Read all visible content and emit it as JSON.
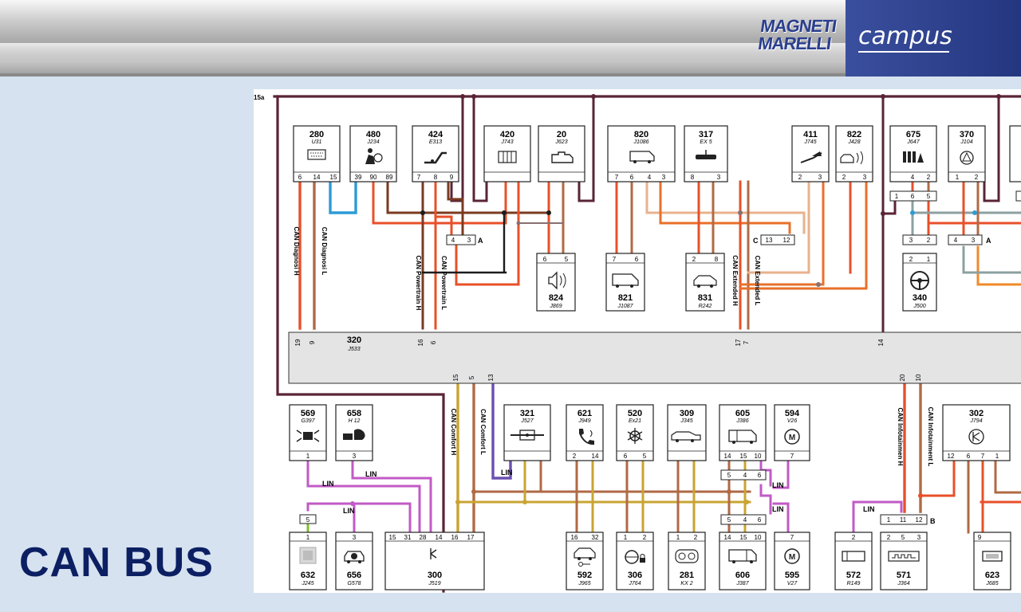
{
  "header": {
    "brand_logo": "MAGNETI MARELLI",
    "campus_label": "campus"
  },
  "page_title": "CAN BUS",
  "colors": {
    "can_h": "#e8502a",
    "can_l": "#b06a45",
    "bus_power": "#5a2436",
    "lin": "#c15ac6",
    "comfort_l": "#c9a432",
    "diag_blue": "#2d9bd6",
    "violet": "#6a4fb0",
    "pale": "#e8b28c",
    "grayish": "#8ca0a0",
    "orange": "#f08a2a"
  },
  "diagram": {
    "supply_label": "15a",
    "gateway": {
      "num": "320",
      "code": "J533",
      "pins_top": [
        "19",
        "9",
        "16",
        "6",
        "17",
        "7",
        "14"
      ],
      "pins_bottom": [
        "15",
        "5",
        "13",
        "20",
        "10"
      ]
    },
    "top_ecus": [
      {
        "num": "280",
        "code": "U31",
        "icon": "obd-connector-icon",
        "pins": [
          "6",
          "14",
          "15"
        ]
      },
      {
        "num": "480",
        "code": "J234",
        "icon": "airbag-icon",
        "pins": [
          "39",
          "90",
          "89"
        ]
      },
      {
        "num": "424",
        "code": "E313",
        "icon": "gear-selector-icon",
        "pins": [
          "7",
          "8",
          "9"
        ]
      },
      {
        "num": "420",
        "code": "J743",
        "icon": "gearbox-icon",
        "pins": [
          "",
          "",
          ""
        ]
      },
      {
        "num": "20",
        "code": "J623",
        "icon": "engine-icon",
        "pins": [
          "",
          "",
          ""
        ]
      },
      {
        "num": "820",
        "code": "J1086",
        "icon": "van-icon",
        "pins": [
          "7",
          "6",
          "4",
          "3"
        ]
      },
      {
        "num": "317",
        "code": "EX 5",
        "icon": "mirror-icon",
        "pins": [
          "8",
          "3"
        ]
      },
      {
        "num": "411",
        "code": "J745",
        "icon": "headlight-icon",
        "pins": [
          "2",
          "3"
        ]
      },
      {
        "num": "822",
        "code": "J428",
        "icon": "distance-radar-icon",
        "pins": [
          "2",
          "3"
        ]
      },
      {
        "num": "675",
        "code": "J647",
        "icon": "seat-icon",
        "pins": [
          "",
          "4",
          "2"
        ]
      },
      {
        "num": "370",
        "code": "J104",
        "icon": "abs-warning-icon",
        "pins": [
          "1",
          "2"
        ]
      }
    ],
    "mid_modules": [
      {
        "num": "824",
        "code": "J869",
        "icon": "speaker-icon",
        "pins": [
          "6",
          "5"
        ]
      },
      {
        "num": "821",
        "code": "J1087",
        "icon": "van-icon",
        "pins": [
          "7",
          "6"
        ]
      },
      {
        "num": "831",
        "code": "R242",
        "icon": "camera-car-icon",
        "pins": [
          "2",
          "8"
        ]
      },
      {
        "num": "340",
        "code": "J500",
        "icon": "steering-wheel-icon",
        "pins": [
          "2",
          "1"
        ]
      }
    ],
    "connectors": [
      {
        "label": "A",
        "pins": [
          "4",
          "3"
        ]
      },
      {
        "label": "C",
        "pins": [
          "13",
          "12"
        ]
      },
      {
        "label": "",
        "pins": [
          "1",
          "6",
          "5"
        ]
      },
      {
        "label": "",
        "pins": [
          "3",
          "2"
        ]
      },
      {
        "label": "A",
        "pins": [
          "4",
          "3"
        ]
      },
      {
        "label": "",
        "pins": [
          "5",
          "4",
          "6"
        ]
      },
      {
        "label": "",
        "pins": [
          "5",
          "4",
          "6"
        ]
      },
      {
        "label": "B",
        "pins": [
          "1",
          "11",
          "12"
        ]
      }
    ],
    "bus_labels": [
      "CAN Diagnosi H",
      "CAN Diagnosi L",
      "CAN Powertrain H",
      "CAN Powertrain L",
      "CAN Extended H",
      "CAN Extended L",
      "CAN Comfort H",
      "CAN Comfort L",
      "CAN Infotainmen H",
      "CAN Infotainment L"
    ],
    "lin_labels": [
      "LIN",
      "LIN",
      "LIN",
      "LIN",
      "LIN",
      "LIN",
      "LIN"
    ],
    "comfort_ecus": [
      {
        "num": "569",
        "code": "G397",
        "icon": "rain-light-sensor-icon",
        "pins": [
          "1"
        ]
      },
      {
        "num": "658",
        "code": "H 12",
        "icon": "horn-icon",
        "pins": [
          "3"
        ]
      },
      {
        "num": "321",
        "code": "J527",
        "icon": "steering-column-icon",
        "pins": [
          "",
          "",
          ""
        ]
      },
      {
        "num": "621",
        "code": "J949",
        "icon": "phone-icon",
        "pins": [
          "2",
          "14"
        ]
      },
      {
        "num": "520",
        "code": "Ex21",
        "icon": "climate-icon",
        "pins": [
          "6",
          "5"
        ]
      },
      {
        "num": "309",
        "code": "J345",
        "icon": "trailer-car-icon",
        "pins": [
          "",
          ""
        ]
      },
      {
        "num": "605",
        "code": "J386",
        "icon": "door-icon",
        "pins": [
          "14",
          "15",
          "10"
        ]
      },
      {
        "num": "594",
        "code": "V26",
        "icon": "motor-icon",
        "pins": [
          "7"
        ]
      },
      {
        "num": "302",
        "code": "J794",
        "icon": "antenna-icon",
        "pins": [
          "12",
          "6",
          "7",
          "1"
        ]
      }
    ],
    "bottom_ecus": [
      {
        "num": "632",
        "code": "J245",
        "icon": "sunroof-icon",
        "pins": [
          "1"
        ]
      },
      {
        "num": "656",
        "code": "G578",
        "icon": "alarm-car-icon",
        "pins": [
          "3"
        ]
      },
      {
        "num": "300",
        "code": "J519",
        "icon": "bcm-antenna-icon",
        "pins": [
          "15",
          "31",
          "28",
          "14",
          "16",
          "17"
        ]
      },
      {
        "num": "592",
        "code": "J965",
        "icon": "keyless-car-icon",
        "pins": [
          "16",
          "32"
        ]
      },
      {
        "num": "306",
        "code": "J764",
        "icon": "steering-lock-icon",
        "pins": [
          "1",
          "2"
        ]
      },
      {
        "num": "281",
        "code": "KX 2",
        "icon": "instrument-cluster-icon",
        "pins": [
          "1",
          "2"
        ]
      },
      {
        "num": "606",
        "code": "J387",
        "icon": "door-icon",
        "pins": [
          "14",
          "15",
          "10"
        ]
      },
      {
        "num": "595",
        "code": "V27",
        "icon": "motor-icon",
        "pins": [
          "7"
        ]
      },
      {
        "num": "572",
        "code": "R149",
        "icon": "heater-icon",
        "pins": [
          "2"
        ]
      },
      {
        "num": "571",
        "code": "J364",
        "icon": "aux-heater-icon",
        "pins": [
          "2",
          "5",
          "3"
        ]
      },
      {
        "num": "623",
        "code": "J685",
        "icon": "display-icon",
        "pins": [
          "9"
        ]
      }
    ]
  }
}
